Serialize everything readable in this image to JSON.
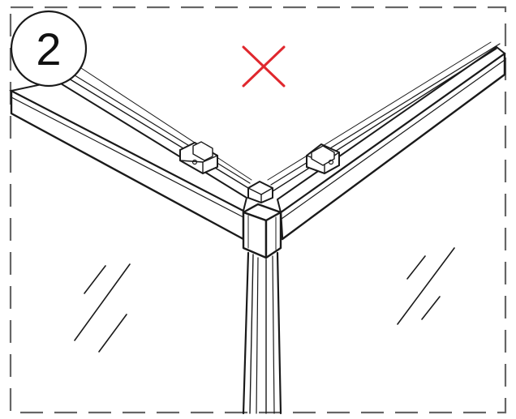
{
  "step": {
    "number": "2"
  },
  "mark": {
    "type": "cross",
    "color": "#e0282e"
  },
  "colors": {
    "line": "#1a1a1a",
    "frame": "#666666",
    "background": "#ffffff"
  },
  "icons": {
    "step_badge": "circle-number",
    "forbidden": "red-x",
    "glass": "glass-reflection-lines"
  }
}
